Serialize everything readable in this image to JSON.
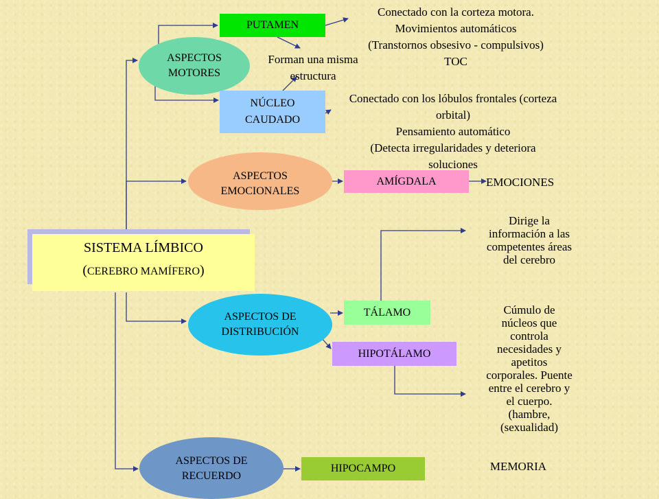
{
  "colors": {
    "background": "#f3e9b4",
    "main_box": "#ffff99",
    "main_shadow": "#b9b9e6",
    "motores": "#6ed8a8",
    "emocionales": "#f7b888",
    "distribucion": "#27c3ea",
    "recuerdo": "#6e97c7",
    "putamen": "#00e600",
    "nucleo": "#99ccff",
    "amigdala": "#ff99cc",
    "talamo": "#99ff99",
    "hipotalamo": "#cc99ff",
    "hipocampo": "#99cc33",
    "connector": "#2f3d8f"
  },
  "main": {
    "title": "SISTEMA LÍMBICO",
    "subtitle_open": "(",
    "subtitle": "CEREBRO MAMÍFERO",
    "subtitle_close": ")"
  },
  "categories": {
    "motores": [
      "ASPECTOS",
      "MOTORES"
    ],
    "emocionales": [
      "ASPECTOS",
      "EMOCIONALES"
    ],
    "distribucion": [
      "ASPECTOS DE",
      "DISTRIBUCIÓN"
    ],
    "recuerdo": [
      "ASPECTOS DE",
      "RECUERDO"
    ]
  },
  "structures": {
    "putamen": "PUTAMEN",
    "nucleo": [
      "NÚCLEO",
      "CAUDADO"
    ],
    "amigdala": "AMÍGDALA",
    "talamo": "TÁLAMO",
    "hipotalamo": "HIPOTÁLAMO",
    "hipocampo": "HIPOCAMPO"
  },
  "notes": {
    "putamen": [
      "Conectado con la corteza motora.",
      "Movimientos automáticos",
      "(Transtornos obsesivo - compulsivos)",
      "TOC"
    ],
    "misma_estructura": [
      "Forman una misma",
      "estructura"
    ],
    "nucleo": [
      "Conectado con los lóbulos frontales (corteza",
      "orbital)",
      "Pensamiento automático",
      "(Detecta irregularidades y deteriora",
      "soluciones"
    ],
    "amigdala": "EMOCIONES",
    "talamo": [
      "Dirige la",
      "información a las",
      "competentes áreas",
      "del cerebro"
    ],
    "hipotalamo": [
      "Cúmulo de",
      "núcleos que",
      "controla",
      "necesidades y",
      "apetitos",
      "corporales. Puente",
      "entre el cerebro y",
      "el cuerpo.",
      "(hambre,",
      "(sexualidad)"
    ],
    "hipocampo": "MEMORIA"
  }
}
